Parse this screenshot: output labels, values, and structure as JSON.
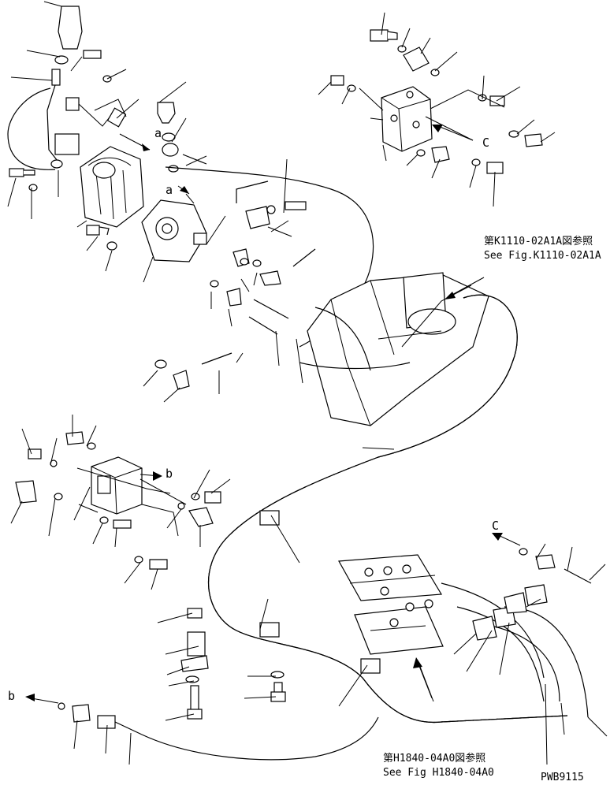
{
  "labels": {
    "a1": "a",
    "a2": "a",
    "b1": "b",
    "b2": "b",
    "c1": "C",
    "c2": "C"
  },
  "refs": {
    "k1110_jp": "第K1110-02A1A図参照",
    "k1110_en": "See Fig.K1110-02A1A",
    "h1840_jp": "第H1840-04A0図参照",
    "h1840_en": "See Fig H1840-04A0"
  },
  "drawing_id": "PWB9115"
}
